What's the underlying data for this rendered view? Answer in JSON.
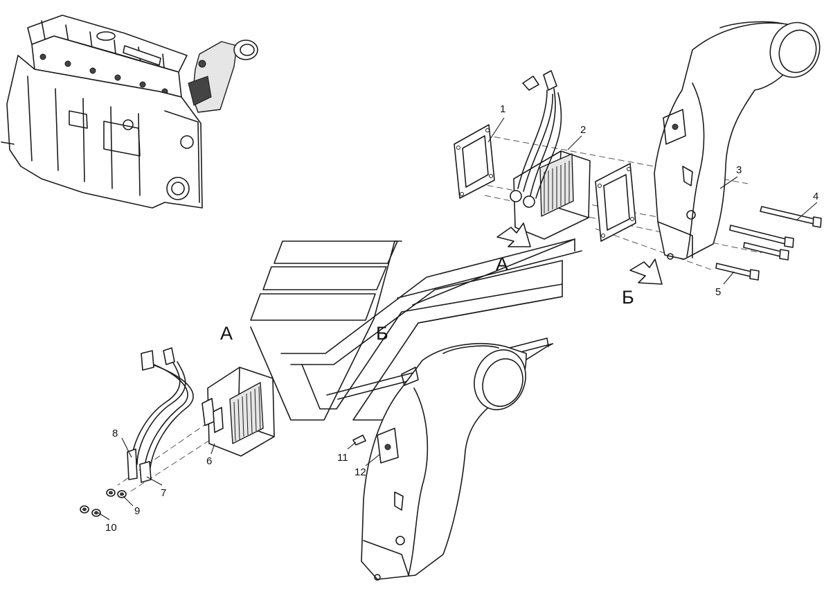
{
  "callouts": {
    "c1": "1",
    "c2": "2",
    "c3": "3",
    "c4": "4",
    "c5": "5",
    "c6": "6",
    "c7": "7",
    "c8": "8",
    "c9": "9",
    "c10": "10",
    "c11": "11",
    "c12": "12"
  },
  "views": {
    "view_a_top": "А",
    "view_b_top": "Б",
    "view_a_mid": "А",
    "view_b_mid": "Б"
  },
  "colors": {
    "line": "#1a1a1a",
    "background": "#ffffff",
    "shade": "#e6e6e6"
  }
}
